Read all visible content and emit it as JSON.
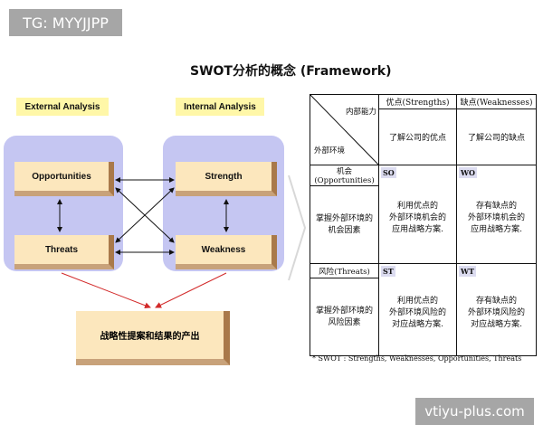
{
  "watermarks": {
    "top": "TG: MYYJJPP",
    "bottom": "vtiyu-plus.com"
  },
  "title": "SWOT分析的概念 (Framework)",
  "left": {
    "external_label": "External Analysis",
    "internal_label": "Internal Analysis",
    "opportunities": "Opportunities",
    "threats": "Threats",
    "strength": "Strength",
    "weakness": "Weakness",
    "result": "战略性提案和结果的产出",
    "colors": {
      "panel": "#c5c6f2",
      "box": "#fce7bd",
      "tag": "#fff7a8",
      "arrow_red": "#d22a2a"
    }
  },
  "table": {
    "corner_top": "内部能力",
    "corner_bottom": "外部环境",
    "col_s": "优点(Strengths)",
    "col_w": "缺点(Weaknesses)",
    "s_desc": "了解公司的优点",
    "w_desc": "了解公司的缺点",
    "row_o": "机会(Opportunities)",
    "row_o_desc_1": "掌握外部环境的",
    "row_o_desc_2": "机会因素",
    "row_t": "风险(Threats)",
    "row_t_desc_1": "掌握外部环境的",
    "row_t_desc_2": "风险因素",
    "so": "SO",
    "so_1": "利用优点的",
    "so_2": "外部环境机会的",
    "so_3": "应用战略方案.",
    "wo": "WO",
    "wo_1": "存有缺点的",
    "wo_2": "外部环境机会的",
    "wo_3": "应用战略方案.",
    "st": "ST",
    "st_1": "利用优点的",
    "st_2": "外部环境风险的",
    "st_3": "对应战略方案.",
    "wt": "WT",
    "wt_1": "存有缺点的",
    "wt_2": "外部环境风险的",
    "wt_3": "对应战略方案."
  },
  "footnote": "* SWOT : Strengths, Weaknesses, Opportunities, Threats"
}
